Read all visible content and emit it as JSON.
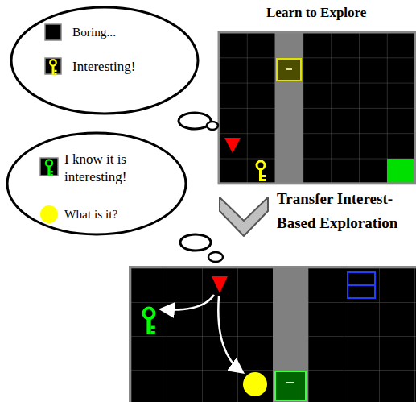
{
  "diagram": {
    "title": "Learn to Explore",
    "nodes": [
      {
        "text": [
          "Boring...",
          "Interesting!"
        ]
      },
      {
        "text": [
          "I know it is interesting!",
          "What is it?"
        ]
      }
    ],
    "labels": [
      "Transfer Interest-Based Exploration"
    ]
  }
}
